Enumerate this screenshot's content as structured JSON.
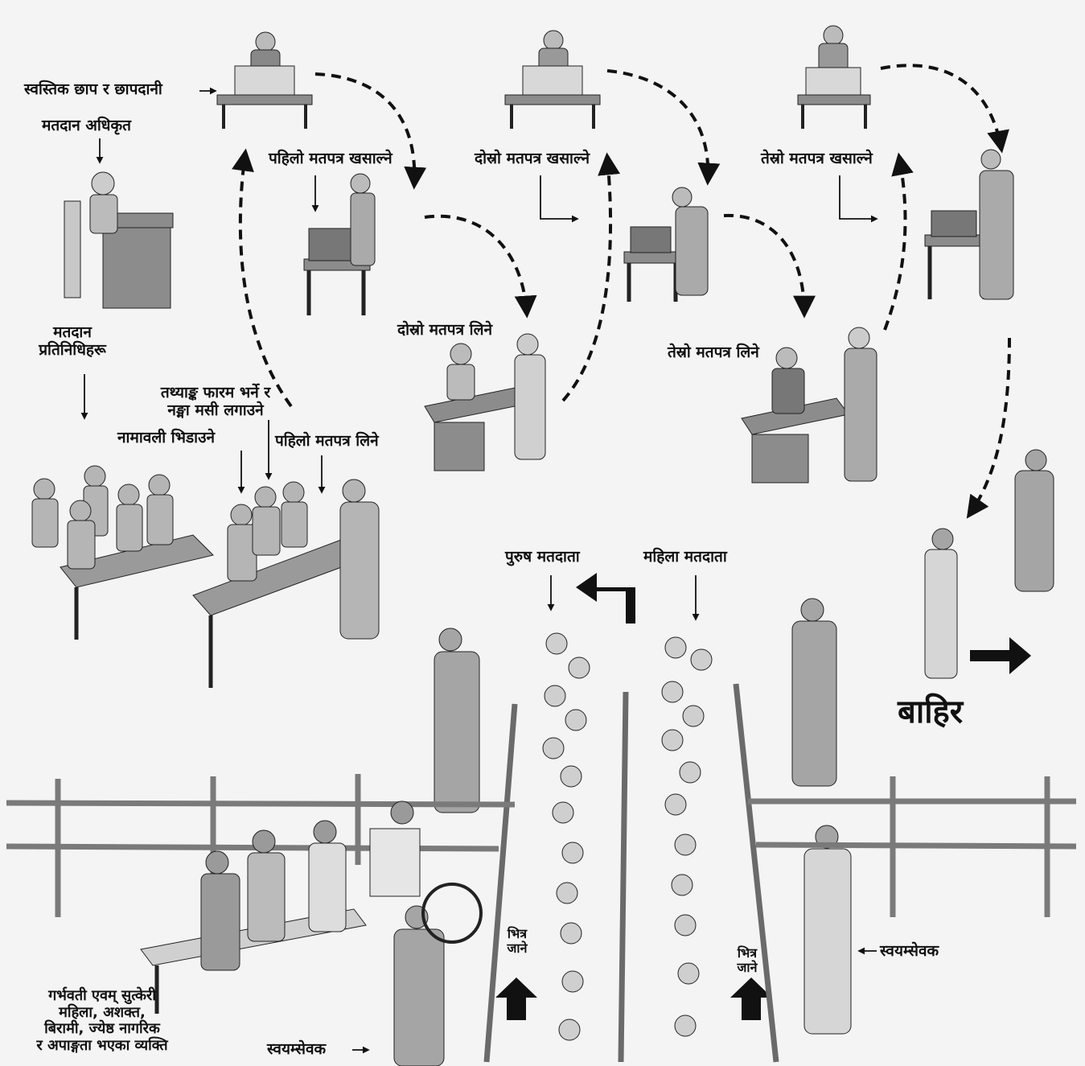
{
  "labels": {
    "stamp": "स्वस्तिक छाप र छापदानी",
    "officer": "मतदान अधिकृत",
    "reps_1": "मतदान",
    "reps_2": "प्रतिनिधिहरू",
    "fill_1": "तथ्याङ्क फारम भर्ने र",
    "fill_2": "नङ्मा मसी लगाउने",
    "match_roll": "नामावली भिडाउने",
    "take_first": "पहिलो मतपत्र लिने",
    "cast_first": "पहिलो मतपत्र खसाल्ने",
    "take_second": "दोस्रो मतपत्र लिने",
    "cast_second": "दोस्रो मतपत्र खसाल्ने",
    "take_third": "तेस्रो मतपत्र लिने",
    "cast_third": "तेस्रो मतपत्र खसाल्ने",
    "male_voters": "पुरुष मतदाता",
    "female_voters": "महिला मतदाता",
    "exit": "बाहिर",
    "enter_1": "भित्र",
    "enter_2": "जाने",
    "volunteer": "स्वयम्सेवक",
    "priority_1": "गर्भवती एवम् सुत्केरी",
    "priority_2": "महिला, अशक्त,",
    "priority_3": "बिरामी, ज्येष्ठ नागरिक",
    "priority_4": "र अपाङ्गता भएका व्यक्ति"
  },
  "colors": {
    "ink": "#111111",
    "desk": "#8c8c8c",
    "figure": "#a8a8a8",
    "fence": "#7a7a7a",
    "background": "#f4f4f4"
  }
}
